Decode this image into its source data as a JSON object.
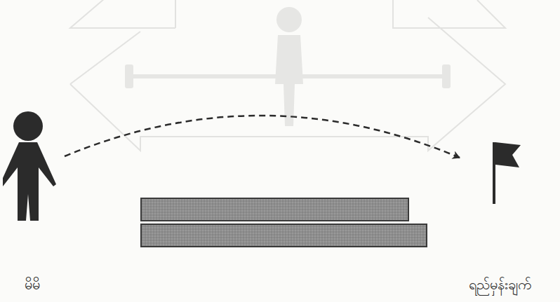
{
  "diagram": {
    "nodes": [
      {
        "text": [
          "မိမိ"
        ]
      },
      {
        "text": [
          "ရည်မှန်းချက်"
        ]
      }
    ],
    "edges": [
      {
        "from": 0,
        "to": 1,
        "arrow": "to"
      }
    ]
  }
}
